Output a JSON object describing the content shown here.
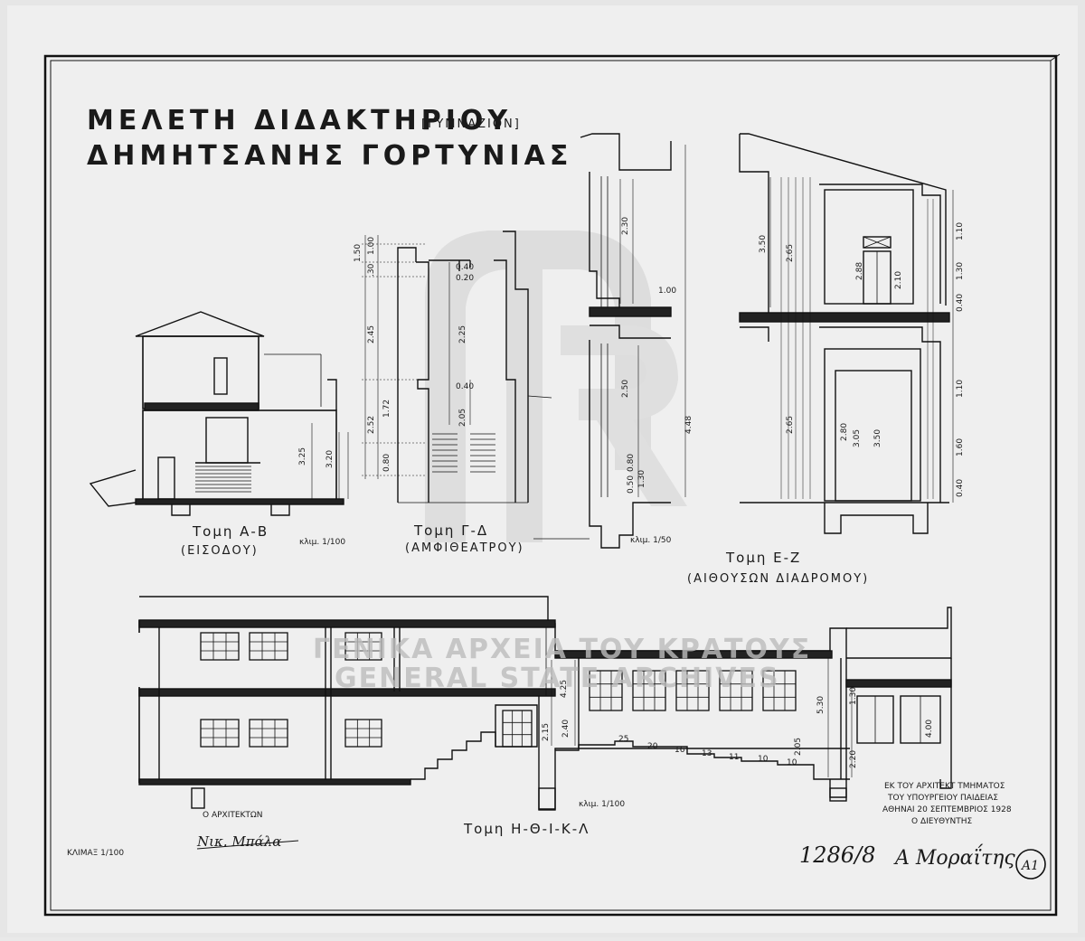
{
  "title": {
    "line1": "ΜΕΛΕΤΗ ΔΙΔΑΚΤΗΡΙΟΥ",
    "bracket": "[ΓΥΜΝΑΖΙΟΝ]",
    "line2": "ΔΗΜΗΤΣΑΝΗΣ ΓΟΡΤΥΝΙΑΣ"
  },
  "sections": {
    "ab": {
      "name": "Τομη Α-Β",
      "sub": "(ΕΙΣΟΔΟΥ)",
      "scale": "κλιμ. 1/100"
    },
    "gd": {
      "name": "Τομη Γ-Δ",
      "sub": "(ΑΜΦΙΘΕΑΤΡΟΥ)",
      "scale": "κλιμ. 1/50"
    },
    "ez": {
      "name": "Τομη Ε-Ζ",
      "sub": "(ΑΙΘΟΥΣΩΝ ΔΙΑΔΡΟΜΟΥ)"
    },
    "hthikl": {
      "name": "Τομη Η-Θ-Ι-Κ-Λ",
      "scale": "κλιμ. 1/100"
    }
  },
  "dimensions": {
    "ab": [
      "3.25",
      "3.20"
    ],
    "gd_left": [
      "1.50",
      "1.00",
      ".30",
      "2.45",
      "2.52",
      "1.72",
      "0.80"
    ],
    "gd_mid": [
      "0.40",
      "0.20",
      "2.25",
      "0.40",
      "2.05"
    ],
    "gd_right": [
      "2.30",
      "2.50",
      "0.80",
      "0.50",
      "1.30",
      "4.48",
      "1.00"
    ],
    "ez": [
      "3.50",
      "2.65",
      "2.88",
      "2.10",
      "1.10",
      "1.30",
      "0.40",
      "2.65",
      "2.80",
      "3.05",
      "3.50",
      "1.10",
      "1.60",
      "0.40"
    ],
    "long": [
      "2.15",
      "2.40",
      "4.25",
      "5.30",
      "2.05",
      "2.20",
      "4.00",
      "1.30"
    ],
    "steps": [
      "25",
      "20",
      "16",
      "13",
      "11",
      "10",
      "10"
    ]
  },
  "footer": {
    "architect_label": "Ο ΑΡΧΙΤΕΚΤΩΝ",
    "architect_sig": "Νικ. Μπάλα",
    "scale": "ΚΛΙΜΑΞ 1/100",
    "dept_line1": "ΕΚ ΤΟΥ ΑΡΧΙΤΕΚΤ ΤΜΗΜΑΤΟΣ",
    "dept_line2": "ΤΟΥ ΥΠΟΥΡΓΕΙΟΥ ΠΑΙΔΕΙΑΣ",
    "dept_line3": "ΑΘΗΝΑΙ 20 ΣΕΠΤΕΜΒΡΙΟΣ 1928",
    "dept_line4": "Ο ΔΙΕΥΘΥΝΤΗΣ",
    "director_sig": "Α Μοραΐτης",
    "ref_no": "1286/8",
    "sheet_no": "Α1"
  },
  "watermark": {
    "line1": "ΓΕΝΙΚΑ ΑΡΧΕΙΑ ΤΟΥ ΚΡΑΤΟΥΣ",
    "line2": "GENERAL STATE ARCHIVES"
  }
}
